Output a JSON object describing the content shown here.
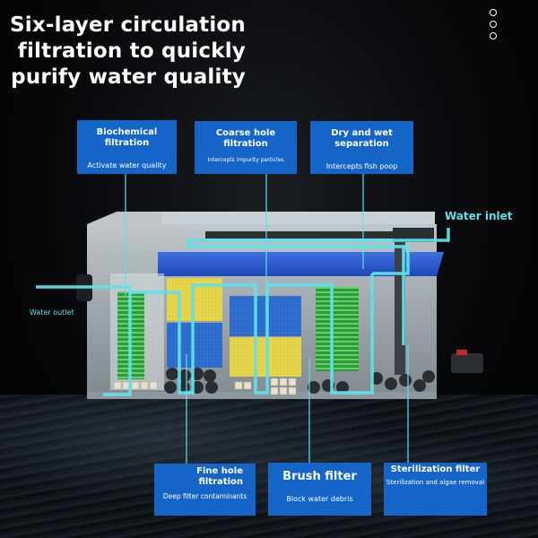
{
  "headline": {
    "lines": [
      "Six-layer circulation",
      "filtration to quickly",
      "purify water quality"
    ]
  },
  "callouts": {
    "biochemical": {
      "title": "Biochemical filtration",
      "desc": "Activate water quality"
    },
    "coarse": {
      "title": "Coarse hole filtration",
      "desc": "Intercepts impurity particles"
    },
    "dry_wet": {
      "title": "Dry and wet separation",
      "desc": "Intercepts fish poop"
    },
    "fine": {
      "title": "Fine hole filtration",
      "desc": "Deep filter contaminants"
    },
    "brush": {
      "title": "Brush filter",
      "desc": "Block water debris"
    },
    "sterilization": {
      "title": "Sterilization filter",
      "desc": "Sterilization and algae removal"
    }
  },
  "labels": {
    "water_inlet": "Water inlet",
    "water_outlet": "Water outlet"
  },
  "colors": {
    "callout_blue": "#1565c9",
    "flow_cyan": "#5fe0ea",
    "sponge_yellow": "#e8d94a",
    "sponge_blue": "#2f6fd0",
    "brush_green": "#3fb54a"
  },
  "icons": {
    "menu": "more-vertical-dots-icon"
  }
}
